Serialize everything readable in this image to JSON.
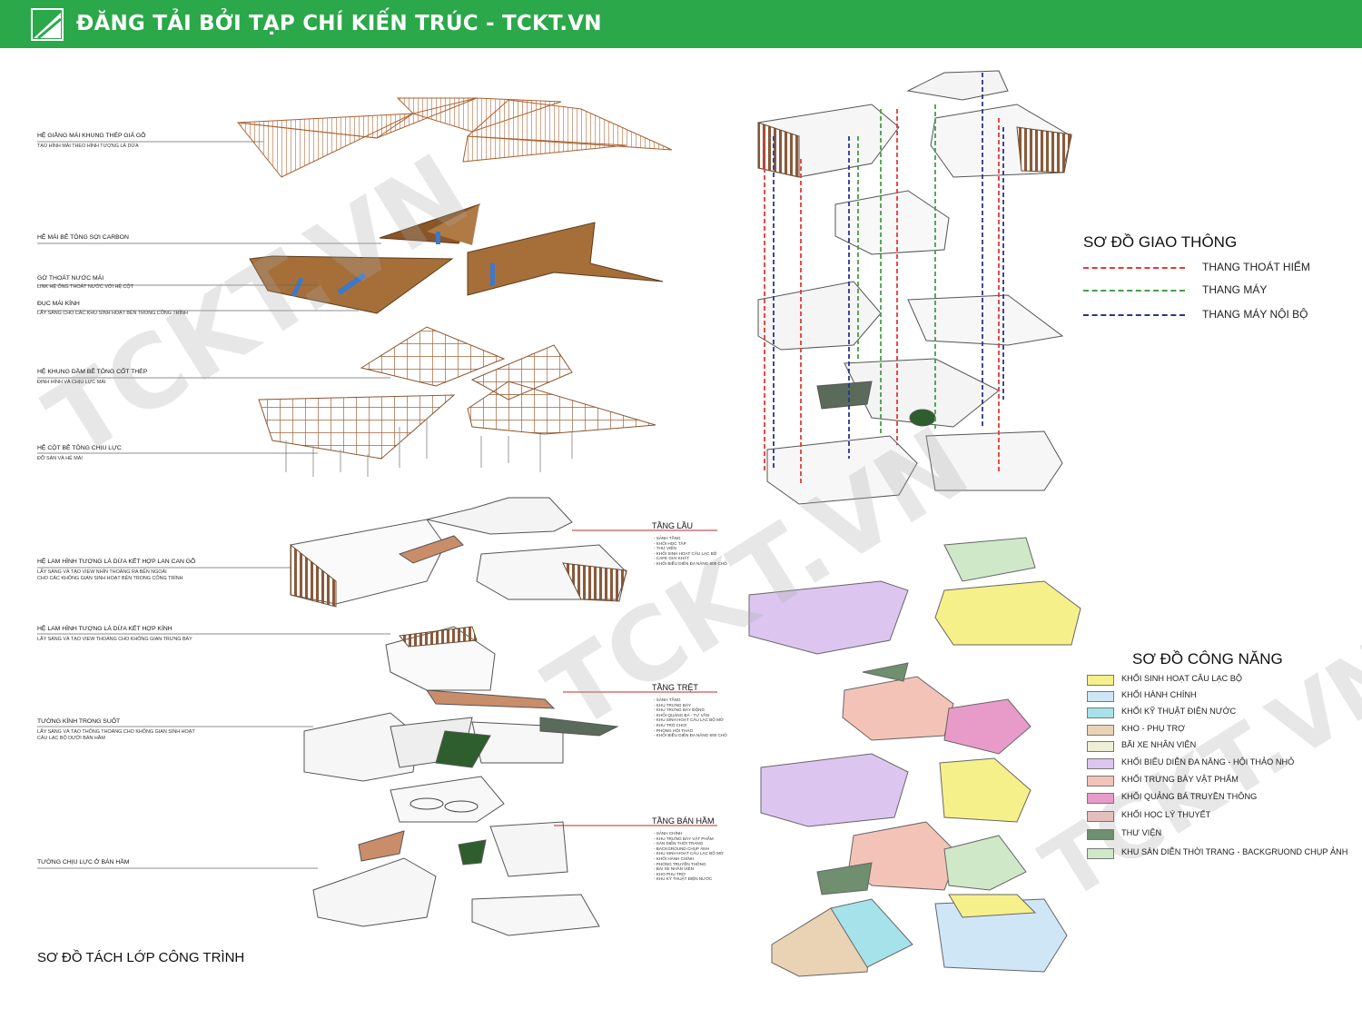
{
  "header": {
    "title": "ĐĂNG TẢI BỞI TẠP CHÍ KIẾN TRÚC - TCKT.VN",
    "bg_color": "#2aa84a"
  },
  "watermark": {
    "text": "TCKT.VN"
  },
  "layer_annotations": [
    {
      "title": "HỆ GIẰNG MÁI KHUNG THÉP GIẢ GỖ",
      "sub": "TẠO HÌNH MÁI THEO HÌNH TƯỢNG LÁ DỪA"
    },
    {
      "title": "HỆ MÁI BÊ TÔNG SỢI CARBON",
      "sub": ""
    },
    {
      "title": "GỜ THOÁT NƯỚC MÁI",
      "sub": "LINK HỆ ỐNG THOÁT NƯỚC VỚI HỆ CỘT"
    },
    {
      "title": "ĐỤC MÁI KÍNH",
      "sub": "LẤY SÁNG CHO CÁC KHU SINH HOẠT BÊN TRONG CÔNG TRÌNH"
    },
    {
      "title": "HỆ KHUNG DẦM BÊ TÔNG CỐT THÉP",
      "sub": "ĐỊNH HÌNH VÀ CHỊU LỰC MÁI"
    },
    {
      "title": "HỆ CỘT BÊ TÔNG CHỊU LỰC",
      "sub": "ĐỠ SÀN VÀ HỆ MÁI"
    },
    {
      "title": "HỆ LAM HÌNH TƯỢNG LÁ DỪA KẾT HỢP LAN CAN GỖ",
      "sub": "LẤY SÁNG VÀ TẠO VIEW NHÌN THOÁNG RA BÊN NGOÀI\nCHO CÁC KHÔNG GIAN SINH HOẠT BÊN TRONG CÔNG TRÌNH"
    },
    {
      "title": "HỆ LAM HÌNH TƯỢNG LÁ DỪA KẾT HỢP KÍNH",
      "sub": "LẤY SÁNG VÀ TẠO VIEW THOÁNG CHO KHÔNG GIAN TRƯNG BÀY"
    },
    {
      "title": "TƯỜNG KÍNH TRONG SUỐT",
      "sub": "LẤY SÁNG VÀ TẠO THÔNG THOÁNG CHO KHÔNG GIAN SINH HOẠT\nCÂU LẠC BỘ DƯỚI BÁN HẦM"
    },
    {
      "title": "TƯỜNG CHỊU LỰC Ở BÁN HẦM",
      "sub": ""
    }
  ],
  "floors": [
    {
      "name": "TẦNG LẦU",
      "items": "- SẢNH TẦNG\n- KHỐI HỌC TẬP\n- THƯ VIỆN\n- KHỐI SINH HOẠT CÂU LẠC BỘ\n- CAFE GIẢI KHÁT\n- KHỐI BIỂU DIỄN ĐA NĂNG 600 CHỖ"
    },
    {
      "name": "TẦNG TRỆT",
      "items": "- SẢNH TẦNG\n- KHU TRƯNG BÀY\n- KHU TRƯNG BÀY ĐỘNG\n- KHỐI QUẢNG BÁ - TƯ VẤN\n- KHU SINH HOẠT CÂU LẠC BỘ MỞ\n- KHU TRÒ CHƠI\n- PHÒNG HỘI THẢO\n- KHỐI BIỂU DIỄN ĐA NĂNG 600 CHỖ"
    },
    {
      "name": "TẦNG BÁN HẦM",
      "items": "- SẢNH CHÍNH\n- KHU TRƯNG BÀY VẬT PHẨM\n- SÀN DIỄN THỜI TRANG\n- BACKGROUND CHỤP ẢNH\n- KHU SINH HOẠT CÂU LẠC BỘ MỞ\n- KHỐI HÀNH CHÍNH\n- PHÒNG TRUYỀN THÔNG\n- BÃI XE NHÂN VIÊN\n- KHO PHỤ TRỢ\n- KHU KỸ THUẬT ĐIỆN NƯỚC"
    }
  ],
  "traffic_legend": {
    "title": "SƠ ĐỒ GIAO THÔNG",
    "items": [
      {
        "label": "THANG THOÁT HIỂM",
        "color": "#e53935"
      },
      {
        "label": "THANG MÁY",
        "color": "#43a047"
      },
      {
        "label": "THANG MÁY NỘI BỘ",
        "color": "#283593"
      }
    ]
  },
  "function_legend": {
    "title": "SƠ ĐỒ CÔNG NĂNG",
    "items": [
      {
        "label": "KHỐI SINH HOẠT CÂU LẠC BỘ",
        "color": "#f6f08a"
      },
      {
        "label": "KHỐI HÀNH CHÍNH",
        "color": "#cfe6f7"
      },
      {
        "label": "KHỐI KỸ THUẬT ĐIỆN NƯỚC",
        "color": "#a6e2ea"
      },
      {
        "label": "KHO - PHỤ TRỢ",
        "color": "#ead2b4"
      },
      {
        "label": "BÃI XE NHÂN VIÊN",
        "color": "#eef0d6"
      },
      {
        "label": "KHỐI BIỂU DIỄN ĐA NĂNG - HỘI THẢO NHỎ",
        "color": "#dcc6f0"
      },
      {
        "label": "KHỐI TRƯNG BÀY VẬT PHẨM",
        "color": "#f4c3b7"
      },
      {
        "label": "KHỐI QUẢNG BÁ TRUYỀN THÔNG",
        "color": "#e89ac8"
      },
      {
        "label": "KHỐI HỌC LÝ THUYẾT",
        "color": "#e6bdbd"
      },
      {
        "label": "THƯ VIỆN",
        "color": "#6f8f6f"
      },
      {
        "label": "KHU SÀN DIỄN THỜI TRANG - BACKGRUOND CHỤP ẢNH",
        "color": "#cfe8c8"
      }
    ]
  },
  "bottom_title": "SƠ ĐỒ TÁCH LỚP CÔNG TRÌNH"
}
